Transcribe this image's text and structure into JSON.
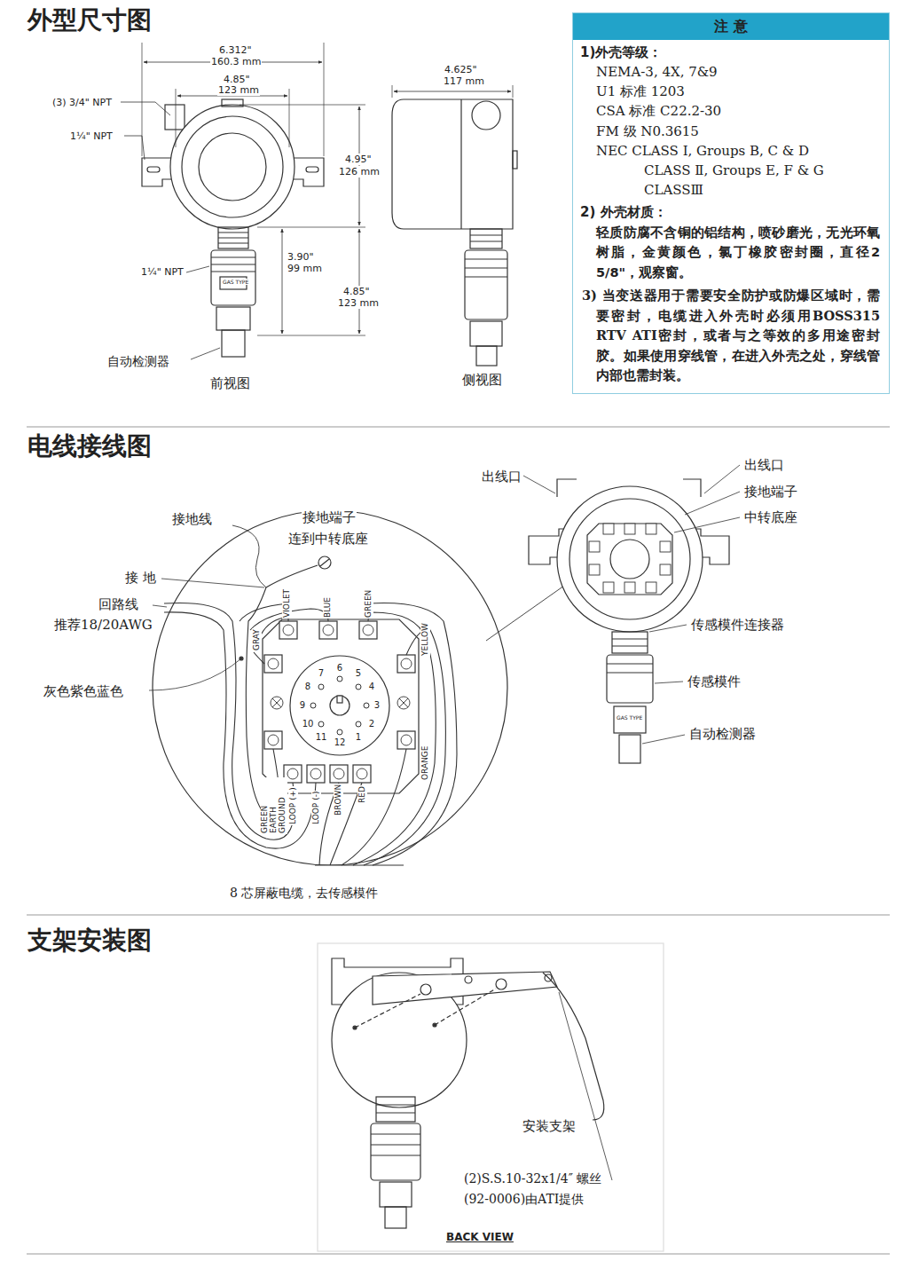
{
  "diagram": {
    "nodes": [
      {
        "text": [
          "注 意",
          "1)外壳等级：",
          "NEMA-3, 4X, 7&9",
          "U1 标准 1203",
          "CSA 标准 C22.2-30",
          "FM 级 N0.3615",
          "NEC CLASS I, Groups B, C & D",
          "CLASS Ⅱ, Groups E, F & G",
          "CLASSⅢ",
          "2) 外壳材质：",
          "轻质防腐不含铜的铝结构，喷砂磨光，无光环氧树脂，金黄颜色，氯丁橡胶密封圈，直径2 5/8\"，观察窗。",
          "3) 当变送器用于需要安全防护或防爆区域时，需要密封，电缆进入外壳时必须用BOSS315 RTV ATI密封，或者与之等效的多用途密封胶。如果使用穿线管，在进入外壳之处，穿线管内部也需封装。"
        ]
      }
    ],
    "labels": [
      "外型尺寸图",
      "6.312\"",
      "160.3 mm",
      "4.85\"",
      "123 mm",
      "(3) 3/4\" NPT",
      "1¼\" NPT",
      "4.95\"",
      "126 mm",
      "1¼\" NPT",
      "3.90\"",
      "99 mm",
      "4.85\"",
      "123 mm",
      "自动检测器",
      "前视图",
      "4.625\"",
      "117 mm",
      "侧视图",
      "GAS TYPE",
      "电线接线图",
      "接地线",
      "接地端子",
      "连到中转底座",
      "接 地",
      "回路线",
      "推荐18/20AWG",
      "灰色紫色蓝色",
      "GRAY",
      "VIOLET",
      "BLUE",
      "GREEN",
      "YELLOW",
      "ORANGE",
      "GREEN EARTH GROUND",
      "LOOP (+)",
      "LOOP (-)",
      "BROWN",
      "RED",
      "1",
      "2",
      "3",
      "4",
      "5",
      "6",
      "7",
      "8",
      "9",
      "10",
      "11",
      "12",
      "8 芯屏蔽电缆，去传感模件",
      "出线口",
      "出线口",
      "接地端子",
      "中转底座",
      "传感模件连接器",
      "传感模件",
      "自动检测器",
      "GAS TYPE",
      "支架安装图",
      "安装支架",
      "(2)S.S.10-32x1/4″ 螺丝",
      "(92-0006)由ATI提供",
      "BACK VIEW"
    ]
  }
}
